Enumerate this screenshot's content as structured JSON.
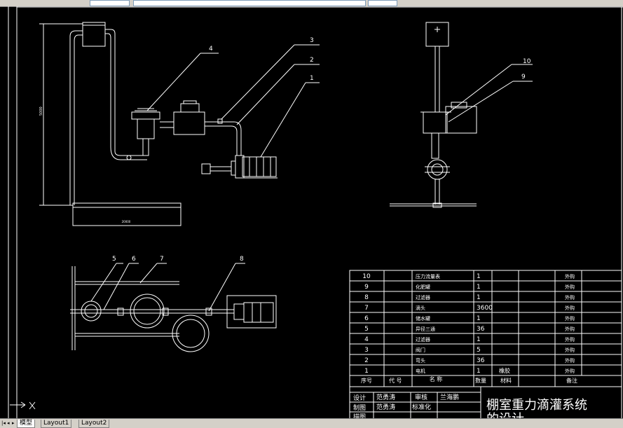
{
  "callouts": [
    "1",
    "2",
    "3",
    "4",
    "5",
    "6",
    "7",
    "8",
    "9",
    "10"
  ],
  "dimension_text": {
    "vertical": "5000",
    "horizontal": "20000"
  },
  "bom": {
    "rows": [
      {
        "no": "10",
        "name": "压力流量表",
        "qty": "1",
        "material": "",
        "remark": "外购"
      },
      {
        "no": "9",
        "name": "化肥罐",
        "qty": "1",
        "material": "",
        "remark": "外购"
      },
      {
        "no": "8",
        "name": "过滤器",
        "qty": "1",
        "material": "",
        "remark": "外购"
      },
      {
        "no": "7",
        "name": "滴头",
        "qty": "3600",
        "material": "",
        "remark": "外购"
      },
      {
        "no": "6",
        "name": "储水罐",
        "qty": "1",
        "material": "",
        "remark": "外购"
      },
      {
        "no": "5",
        "name": "异径三通",
        "qty": "36",
        "material": "",
        "remark": "外购"
      },
      {
        "no": "4",
        "name": "过滤器",
        "qty": "1",
        "material": "",
        "remark": "外购"
      },
      {
        "no": "3",
        "name": "阀门",
        "qty": "5",
        "material": "",
        "remark": "外购"
      },
      {
        "no": "2",
        "name": "弯头",
        "qty": "36",
        "material": "",
        "remark": "外购"
      },
      {
        "no": "1",
        "name": "电机",
        "qty": "1",
        "material": "橡胶",
        "remark": "外购"
      }
    ],
    "header": {
      "no": "序号",
      "code": "代 号",
      "name": "名 称",
      "qty": "数量",
      "material": "材料",
      "remark": "备注"
    }
  },
  "title_block": {
    "design_label": "设计",
    "design_name": "范勇涛",
    "review_label": "审核",
    "review_name": "兰海鹏",
    "draw_label": "制图",
    "draw_name": "范勇涛",
    "std_label": "标准化",
    "trace_label": "描图",
    "title": "棚室重力滴灌系统",
    "title2": "的设计"
  },
  "layout_tabs": [
    "模型",
    "Layout1",
    "Layout2"
  ],
  "colors": {
    "line": "#ffffff",
    "background": "#000000",
    "ui": "#d4d0c8"
  }
}
